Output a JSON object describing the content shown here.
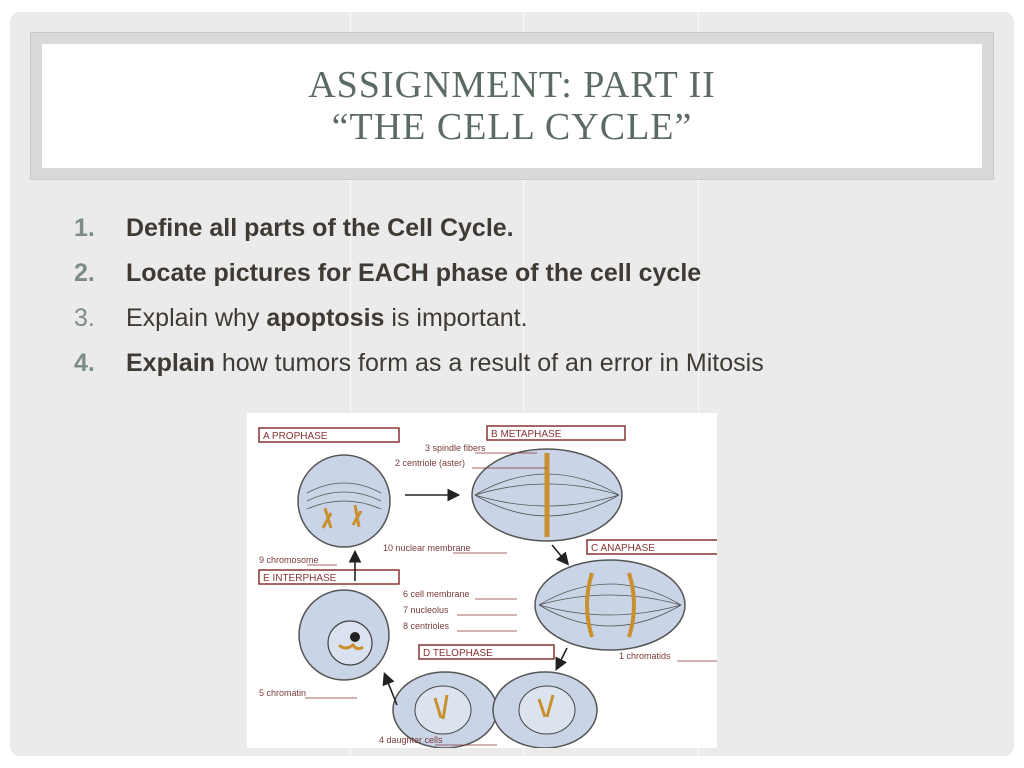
{
  "title": {
    "line1": "ASSIGNMENT: PART II",
    "line2": "“THE CELL CYCLE”"
  },
  "items": [
    {
      "num": "1.",
      "text": "Define all parts of the Cell Cycle."
    },
    {
      "num": "2.",
      "text": "Locate pictures for EACH phase of the cell cycle"
    },
    {
      "num": "3.",
      "pre": "Explain why ",
      "bold": "apoptosis",
      "post": " is important."
    },
    {
      "num": "4.",
      "bold": "Explain",
      "post": " how tumors form as a result of an error in Mitosis"
    }
  ],
  "diagram": {
    "phases": {
      "prophase": "A  PROPHASE",
      "metaphase": "B  METAPHASE",
      "anaphase": "C  ANAPHASE",
      "telophase": "D  TELOPHASE",
      "interphase": "E  INTERPHASE"
    },
    "labels": {
      "spindle": "3  spindle fibers",
      "centriole": "2  centriole (aster)",
      "nuclear": "10  nuclear membrane",
      "chromosome": "9  chromosome",
      "cellmembrane": "6  cell membrane",
      "nucleolus": "7  nucleolus",
      "centrioles": "8  centrioles",
      "chromatids": "1  chromatids",
      "chromatin": "5  chromatin",
      "daughter": "4  daughter cells"
    }
  },
  "colors": {
    "title": "#5b6b62",
    "body": "#403a34",
    "number": "#7d8c86",
    "cell_fill": "#c9d5e6",
    "chromosome": "#c9902f",
    "label_box": "#8a3333"
  }
}
